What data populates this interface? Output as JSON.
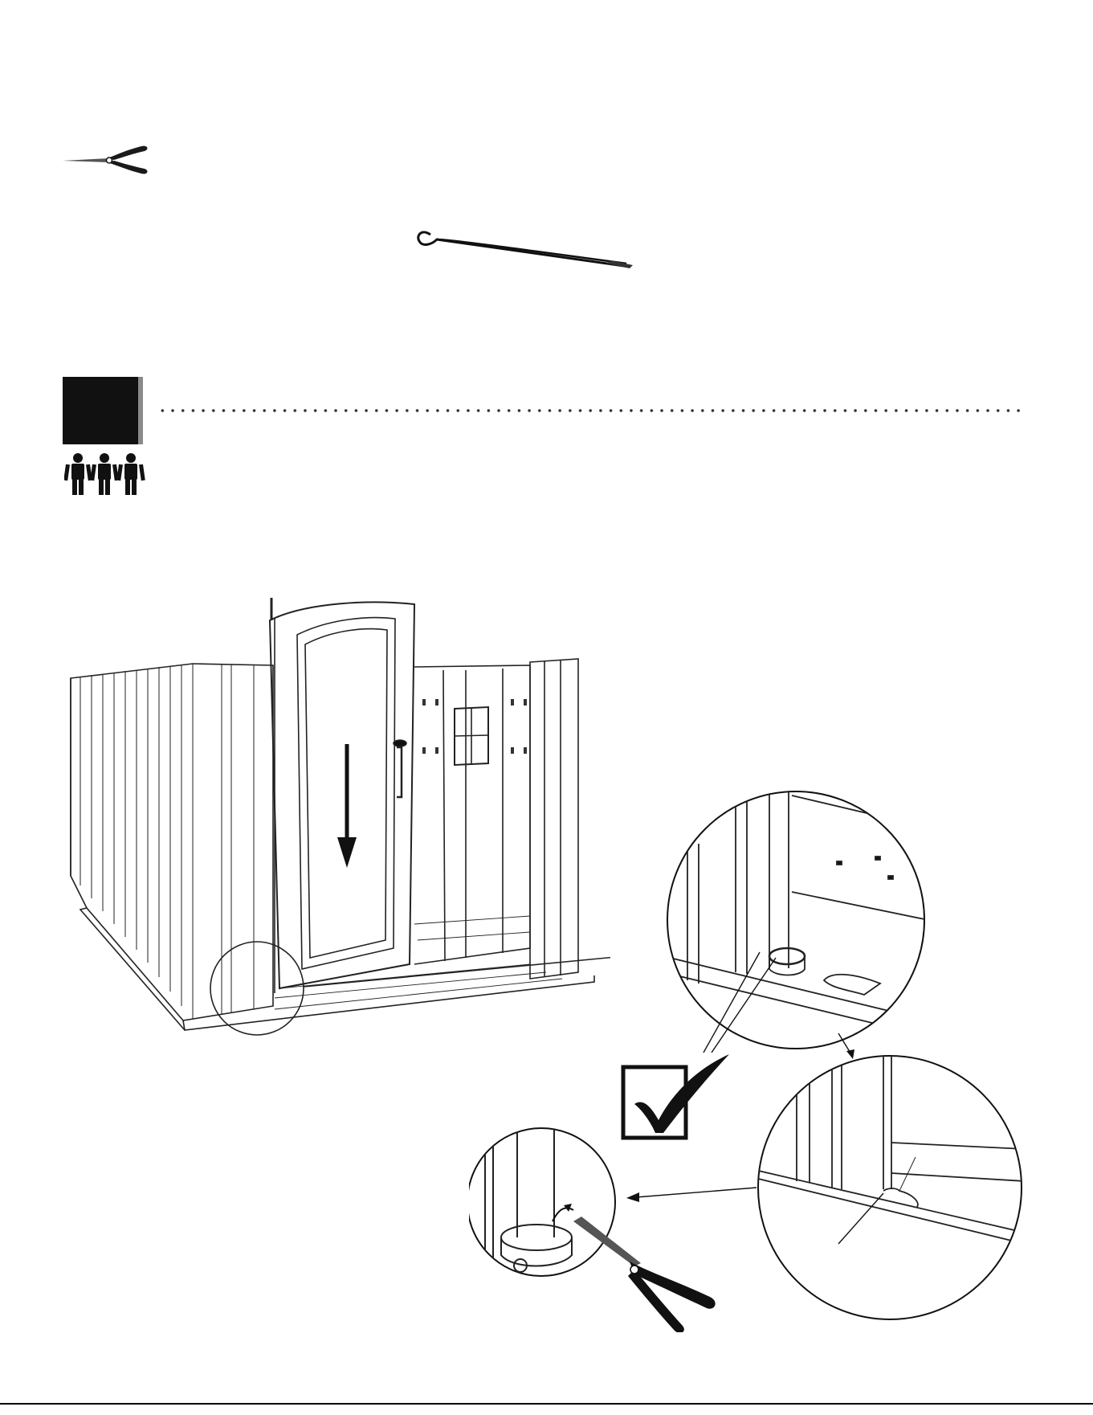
{
  "tools": {
    "pliers_icon": "needle-nose-pliers-icon",
    "pin_icon": "cotter-pin-icon"
  },
  "step": {
    "number": "",
    "people_icon": "three-people-icon",
    "people_count": 3
  },
  "main_illustration": {
    "icon": "shed-door-assembly",
    "direction_arrow": "arrow-down-icon"
  },
  "details": {
    "detail_top_icon": "hinge-pin-detail",
    "detail_right_icon": "hinge-pin-seated-detail",
    "detail_bottom_icon": "cotter-pin-bend-detail",
    "approval_icon": "check-box-icon"
  },
  "colors": {
    "ink": "#111111",
    "accent_gray": "#8a8a8a",
    "background": "#ffffff"
  }
}
